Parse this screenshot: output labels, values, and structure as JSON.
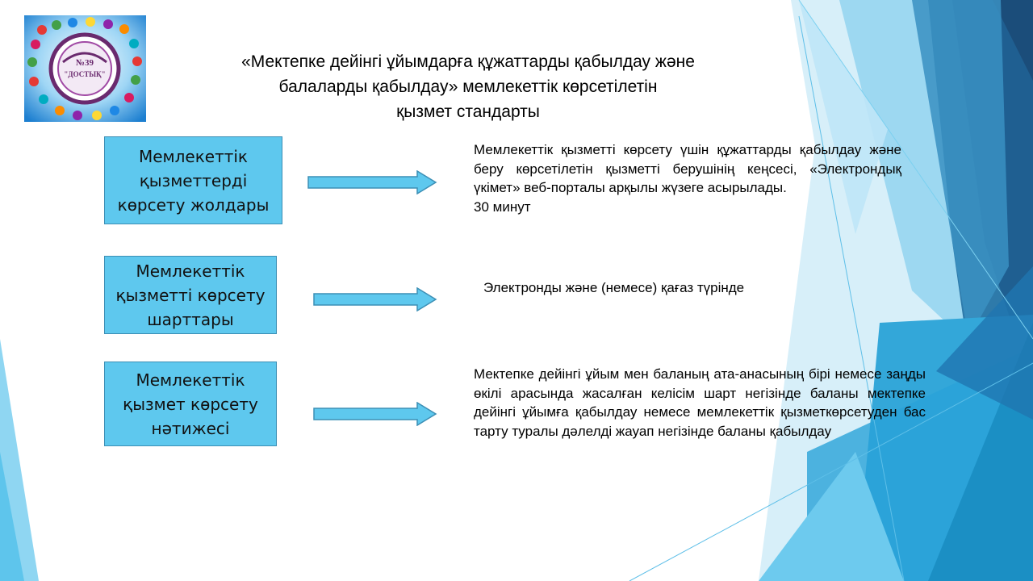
{
  "slide": {
    "title": "«Мектепке дейінгі ұйымдарға құжаттарды қабылдау және\nбалаларды қабылдау» мемлекеттік көрсетілетін\nқызмет стандарты",
    "logo_text": "№39 \"ДОСТЫҚ\""
  },
  "rows": [
    {
      "label": "Мемлекеттік\nқызметтерді\nкөрсету жолдары",
      "description": "Мемлекеттік қызметті көрсету үшін құжаттарды қабылдау және беру көрсетілетін қызметті берушінің кеңсесі, «Электрондық үкімет» веб-порталы арқылы жүзеге асырылады.",
      "extra": "30 минут"
    },
    {
      "label": "Мемлекеттік\nқызметті көрсету\nшарттары",
      "description": "Электронды  және (немесе) қағаз түрінде"
    },
    {
      "label": "Мемлекеттік\nқызмет көрсету\nнәтижесі",
      "description": "Мектепке дейінгі ұйым мен баланың ата-анасының бірі немесе заңды өкілі арасында жасалған келісім шарт негізінде баланы мектепке дейінгі ұйымға қабылдау немесе мемлекеттік қызметкөрсетуден бас тарту туралы дәлелді жауап негізінде баланы қабылдау"
    }
  ],
  "colors": {
    "box_fill": "#5ec8ee",
    "arrow_fill": "#5ec8ee",
    "accent_dark": "#2d6d9c",
    "accent_light": "#aee1f5"
  }
}
